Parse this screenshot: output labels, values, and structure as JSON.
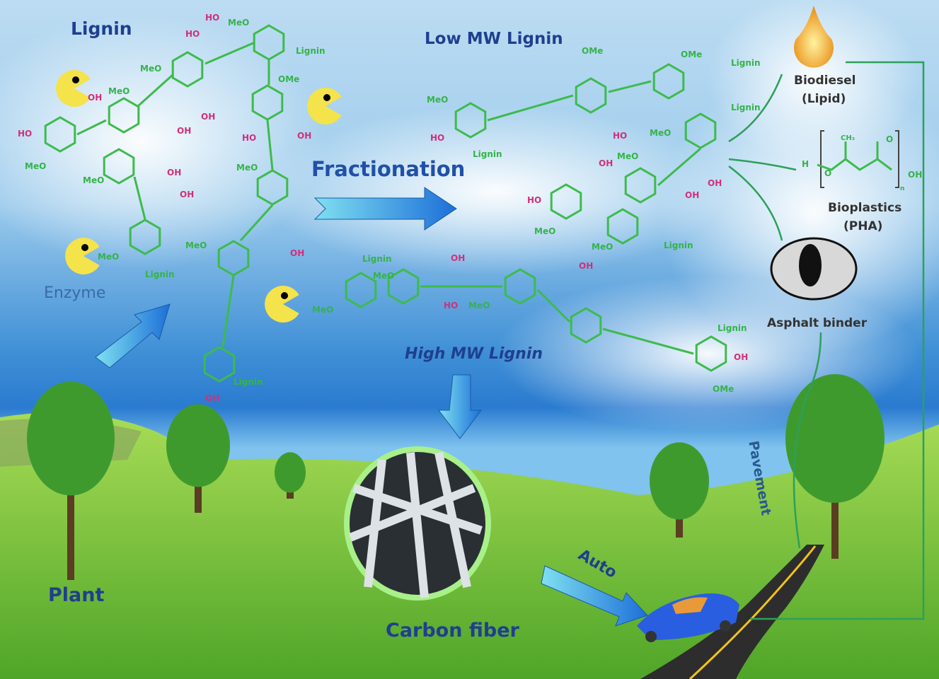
{
  "labels": {
    "lignin": "Lignin",
    "low_mw": "Low MW Lignin",
    "fractionation": "Fractionation",
    "high_mw": "High MW Lignin",
    "enzyme": "Enzyme",
    "plant": "Plant",
    "carbon_fiber": "Carbon fiber",
    "auto": "Auto",
    "pavement": "Pavement",
    "biodiesel": "Biodiesel",
    "biodiesel_sub": "(Lipid)",
    "bioplastics": "Bioplastics",
    "bioplastics_sub": "(PHA)",
    "asphalt": "Asphalt binder"
  },
  "pha": {
    "ch3": "CH₃",
    "o": "O",
    "h": "H",
    "o2": "O",
    "oh": "OH",
    "n": "n"
  },
  "chem_groups": [
    "HO",
    "MeO",
    "OH",
    "MeO",
    "MeO",
    "OH",
    "OH",
    "MeO",
    "Lignin",
    "MeO",
    "HO",
    "HO",
    "MeO",
    "Lignin",
    "OMe",
    "OH",
    "OH",
    "HO",
    "OH",
    "MeO",
    "MeO",
    "OH",
    "OH",
    "Lignin",
    "OMe",
    "OMe",
    "Lignin",
    "MeO",
    "HO",
    "Lignin",
    "HO",
    "Lignin",
    "MeO",
    "OH",
    "MeO",
    "OH",
    "HO",
    "OH",
    "MeO",
    "MeO",
    "Lignin",
    "Lignin",
    "MeO",
    "OH",
    "OH",
    "MeO",
    "HO",
    "MeO",
    "Lignin",
    "OH",
    "OMe"
  ],
  "colors": {
    "bond": "#3dbb4c",
    "hydroxyl": "#d0307a",
    "title": "#1f3f8f",
    "arrow": "#2c9be0",
    "grass": "#7cc83a"
  }
}
